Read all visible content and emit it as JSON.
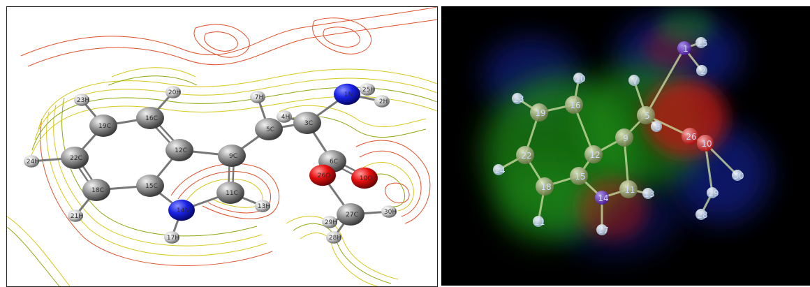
{
  "colors": {
    "carbon": "#8a8a8a",
    "hydrogen": "#d8d8d8",
    "nitrogen": "#1a22e6",
    "oxygen": "#e60f0f",
    "contour_red": "#e0502a",
    "contour_yellow": "#d8c81a",
    "contour_olive": "#8fa80e",
    "map_background": "#000000",
    "map_green": "#1e8a14",
    "map_red": "#c41414",
    "map_blue": "#1428a8"
  },
  "left_atoms": [
    {
      "label": "1N",
      "element": "N"
    },
    {
      "label": "2H",
      "element": "H"
    },
    {
      "label": "3C",
      "element": "C"
    },
    {
      "label": "4H",
      "element": "H"
    },
    {
      "label": "5C",
      "element": "C"
    },
    {
      "label": "6C",
      "element": "C"
    },
    {
      "label": "7H",
      "element": "H"
    },
    {
      "label": "9C",
      "element": "C"
    },
    {
      "label": "10O",
      "element": "O"
    },
    {
      "label": "11C",
      "element": "C"
    },
    {
      "label": "12C",
      "element": "C"
    },
    {
      "label": "13H",
      "element": "H"
    },
    {
      "label": "14N",
      "element": "N"
    },
    {
      "label": "15C",
      "element": "C"
    },
    {
      "label": "16C",
      "element": "C"
    },
    {
      "label": "17H",
      "element": "H"
    },
    {
      "label": "18C",
      "element": "C"
    },
    {
      "label": "19C",
      "element": "C"
    },
    {
      "label": "20H",
      "element": "H"
    },
    {
      "label": "21H",
      "element": "H"
    },
    {
      "label": "22C",
      "element": "C"
    },
    {
      "label": "23H",
      "element": "H"
    },
    {
      "label": "24H",
      "element": "H"
    },
    {
      "label": "25H",
      "element": "H"
    },
    {
      "label": "26O",
      "element": "O"
    },
    {
      "label": "27C",
      "element": "C"
    },
    {
      "label": "28H",
      "element": "H"
    },
    {
      "label": "29H",
      "element": "H"
    },
    {
      "label": "30H",
      "element": "H"
    }
  ],
  "right_atoms": [
    {
      "label": "1",
      "element": "N"
    },
    {
      "label": "2",
      "element": "H"
    },
    {
      "label": "5",
      "element": "C"
    },
    {
      "label": "7",
      "element": "H"
    },
    {
      "label": "8",
      "element": "H"
    },
    {
      "label": "9",
      "element": "C"
    },
    {
      "label": "10",
      "element": "O"
    },
    {
      "label": "11",
      "element": "C"
    },
    {
      "label": "12",
      "element": "C"
    },
    {
      "label": "13",
      "element": "H"
    },
    {
      "label": "14",
      "element": "N"
    },
    {
      "label": "15",
      "element": "C"
    },
    {
      "label": "16",
      "element": "C"
    },
    {
      "label": "17",
      "element": "H"
    },
    {
      "label": "18",
      "element": "C"
    },
    {
      "label": "19",
      "element": "C"
    },
    {
      "label": "20",
      "element": "H"
    },
    {
      "label": "21",
      "element": "H"
    },
    {
      "label": "22",
      "element": "C"
    },
    {
      "label": "23",
      "element": "H"
    },
    {
      "label": "24",
      "element": "H"
    },
    {
      "label": "25",
      "element": "H"
    },
    {
      "label": "26",
      "element": "O"
    },
    {
      "label": "28",
      "element": "H"
    },
    {
      "label": "29",
      "element": "H"
    },
    {
      "label": "30",
      "element": "H"
    }
  ],
  "left_bonds": [
    [
      "1N",
      "3C"
    ],
    [
      "1N",
      "25H"
    ],
    [
      "1N",
      "2H"
    ],
    [
      "3C",
      "4H"
    ],
    [
      "3C",
      "5C"
    ],
    [
      "3C",
      "6C"
    ],
    [
      "5C",
      "7H"
    ],
    [
      "5C",
      "9C"
    ],
    [
      "9C",
      "12C"
    ],
    [
      "9C",
      "11C"
    ],
    [
      "11C",
      "13H"
    ],
    [
      "11C",
      "14N"
    ],
    [
      "14N",
      "17H"
    ],
    [
      "14N",
      "15C"
    ],
    [
      "15C",
      "12C"
    ],
    [
      "12C",
      "16C"
    ],
    [
      "16C",
      "20H"
    ],
    [
      "16C",
      "19C"
    ],
    [
      "19C",
      "23H"
    ],
    [
      "19C",
      "22C"
    ],
    [
      "22C",
      "24H"
    ],
    [
      "22C",
      "18C"
    ],
    [
      "18C",
      "21H"
    ],
    [
      "18C",
      "15C"
    ],
    [
      "6C",
      "26O"
    ],
    [
      "6C",
      "10O"
    ],
    [
      "26O",
      "27C"
    ],
    [
      "27C",
      "28H"
    ],
    [
      "27C",
      "29H"
    ],
    [
      "27C",
      "30H"
    ]
  ],
  "left_double_bonds": [
    [
      "16C",
      "12C"
    ],
    [
      "22C",
      "18C"
    ],
    [
      "9C",
      "11C"
    ],
    [
      "6C",
      "10O"
    ]
  ],
  "right_bonds": [
    [
      "1",
      "25"
    ],
    [
      "1",
      "2"
    ],
    [
      "1",
      "5"
    ],
    [
      "5",
      "7"
    ],
    [
      "5",
      "8"
    ],
    [
      "5",
      "9"
    ],
    [
      "9",
      "12"
    ],
    [
      "9",
      "11"
    ],
    [
      "11",
      "13"
    ],
    [
      "11",
      "14"
    ],
    [
      "14",
      "17"
    ],
    [
      "14",
      "15"
    ],
    [
      "15",
      "12"
    ],
    [
      "12",
      "16"
    ],
    [
      "16",
      "20"
    ],
    [
      "16",
      "19"
    ],
    [
      "19",
      "23"
    ],
    [
      "19",
      "22"
    ],
    [
      "22",
      "24"
    ],
    [
      "22",
      "18"
    ],
    [
      "18",
      "21"
    ],
    [
      "18",
      "15"
    ],
    [
      "5",
      "26"
    ],
    [
      "26",
      "10"
    ],
    [
      "10",
      "30"
    ],
    [
      "10",
      "29"
    ],
    [
      "29",
      "28"
    ]
  ]
}
